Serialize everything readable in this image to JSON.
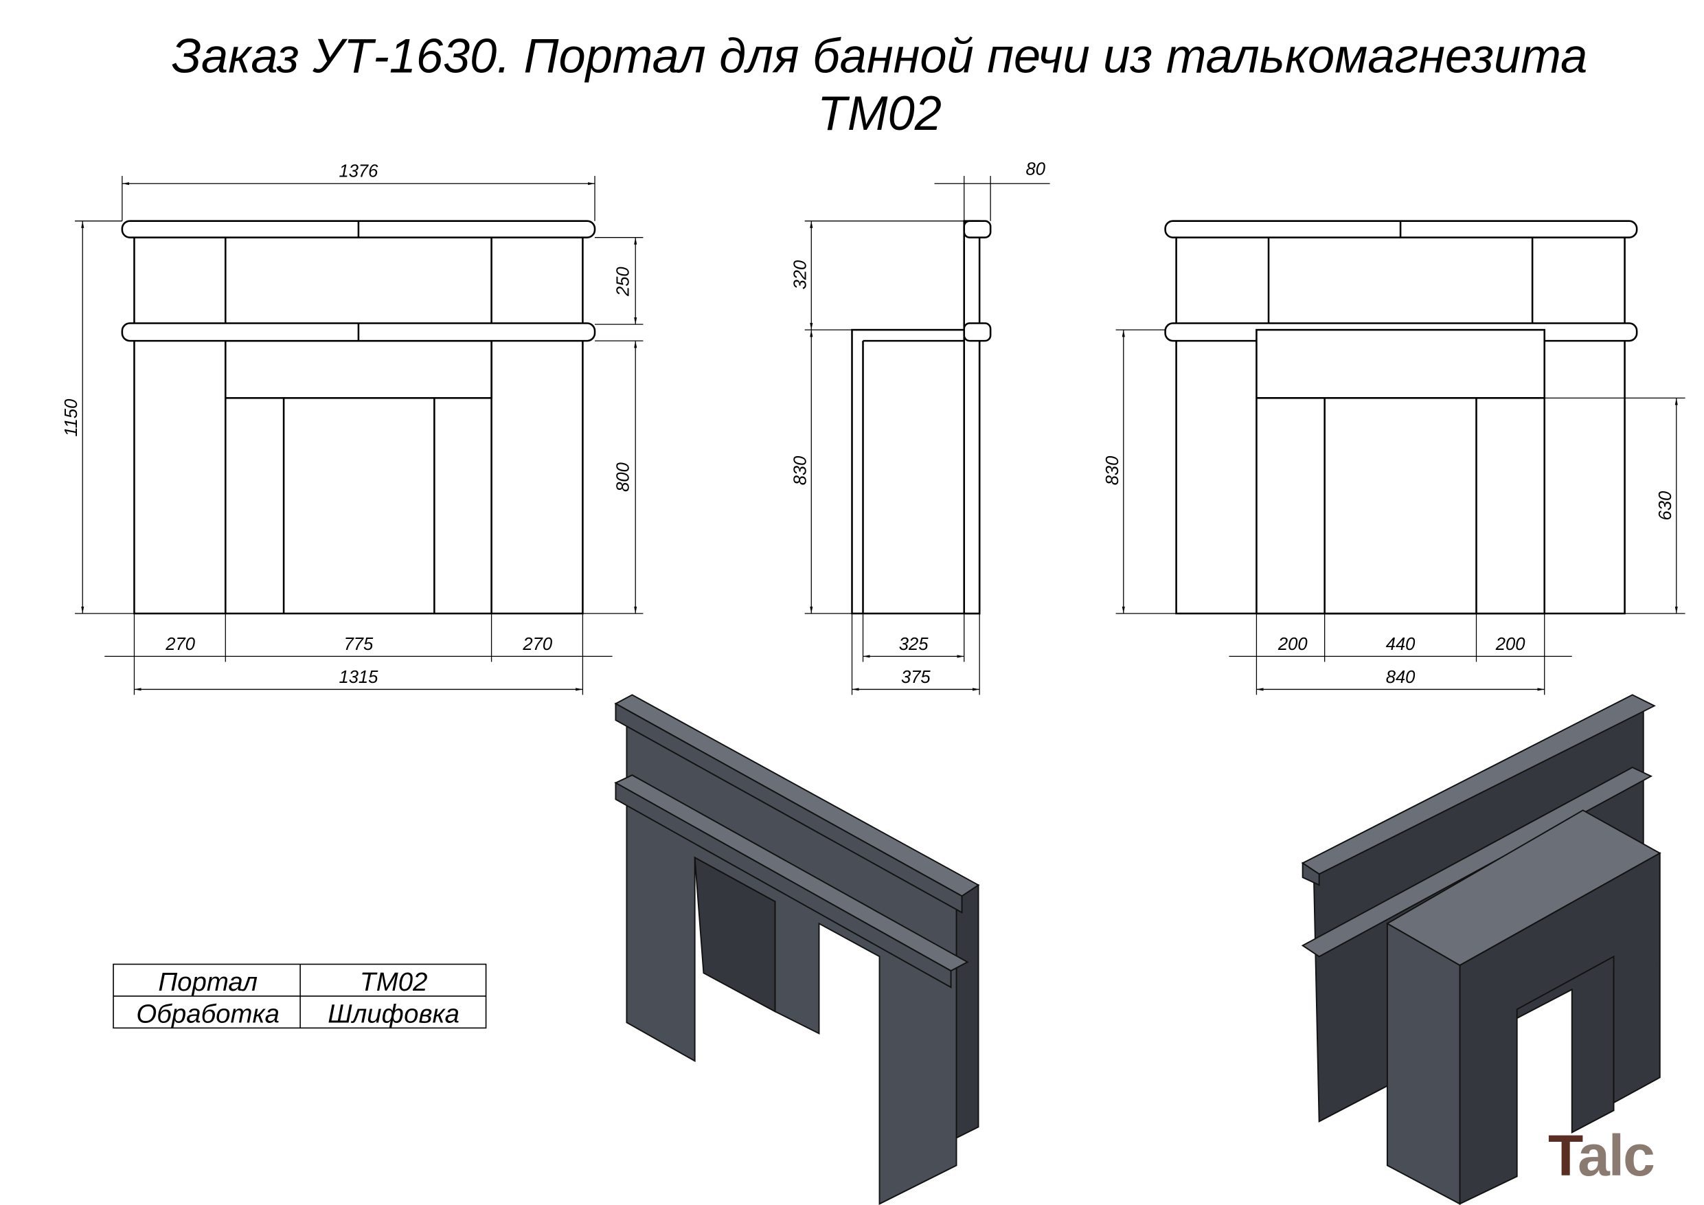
{
  "title": {
    "line1": "Заказ УТ-1630. Портал для банной печи из талькомагнезита",
    "line2": "ТМ02"
  },
  "front_view": {
    "width_top": "1376",
    "height_total": "1150",
    "upper_height": "250",
    "lower_height": "800",
    "left_post": "270",
    "opening": "775",
    "right_post": "270",
    "base_width": "1315"
  },
  "side_view": {
    "shelf_depth": "80",
    "upper_height": "320",
    "lower_height": "830",
    "inner_depth": "325",
    "total_depth": "375"
  },
  "back_view": {
    "height": "830",
    "opening_height": "630",
    "left_leg": "200",
    "opening": "440",
    "right_leg": "200",
    "width": "840"
  },
  "spec_table": [
    {
      "label": "Портал",
      "value": "ТМ02"
    },
    {
      "label": "Обработка",
      "value": "Шлифовка"
    }
  ],
  "logo": {
    "text": "Talc",
    "first_color": "#6b3a2a",
    "rest_color": "#8a7a70"
  }
}
